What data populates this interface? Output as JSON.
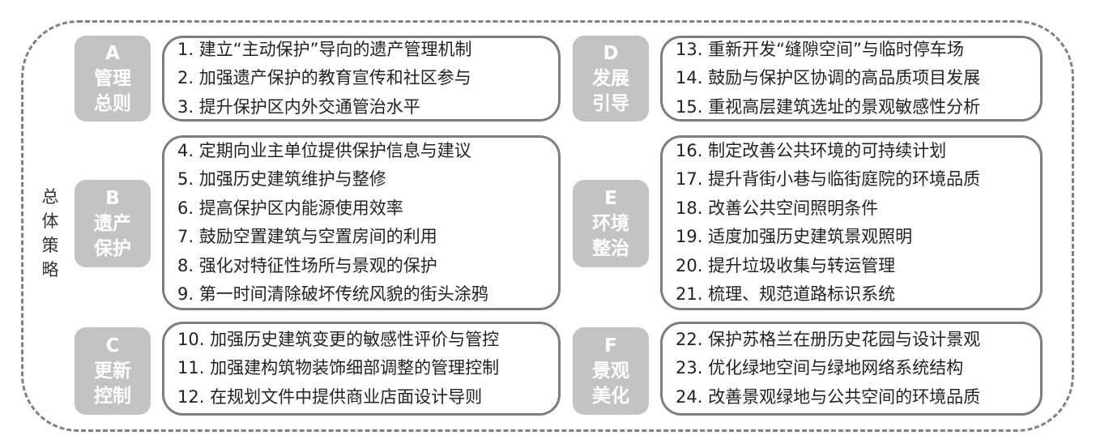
{
  "side_label": "总体策略",
  "groups": [
    {
      "letter": "A",
      "name1": "管理",
      "name2": "总则",
      "items": [
        "1. 建立“主动保护”导向的遗产管理机制",
        "2. 加强遗产保护的教育宣传和社区参与",
        "3. 提升保护区内外交通管治水平"
      ]
    },
    {
      "letter": "B",
      "name1": "遗产",
      "name2": "保护",
      "items": [
        "4. 定期向业主单位提供保护信息与建议",
        "5. 加强历史建筑维护与整修",
        "6. 提高保护区内能源使用效率",
        "7. 鼓励空置建筑与空置房间的利用",
        "8. 强化对特征性场所与景观的保护",
        "9. 第一时间清除破坏传统风貌的街头涂鸦"
      ]
    },
    {
      "letter": "C",
      "name1": "更新",
      "name2": "控制",
      "items": [
        "10. 加强历史建筑变更的敏感性评价与管控",
        "11. 加强建构筑物装饰细部调整的管理控制",
        "12. 在规划文件中提供商业店面设计导则"
      ]
    },
    {
      "letter": "D",
      "name1": "发展",
      "name2": "引导",
      "items": [
        "13. 重新开发“缝隙空间”与临时停车场",
        "14. 鼓励与保护区协调的高品质项目发展",
        "15. 重视高层建筑选址的景观敏感性分析"
      ]
    },
    {
      "letter": "E",
      "name1": "环境",
      "name2": "整治",
      "items": [
        "16. 制定改善公共环境的可持续计划",
        "17. 提升背街小巷与临街庭院的环境品质",
        "18. 改善公共空间照明条件",
        "19. 适度加强历史建筑景观照明",
        "20. 提升垃圾收集与转运管理",
        "21. 梳理、规范道路标识系统"
      ]
    },
    {
      "letter": "F",
      "name1": "景观",
      "name2": "美化",
      "items": [
        "22. 保护苏格兰在册历史花园与设计景观",
        "23. 优化绿地空间与绿地网络系统结构",
        "24. 改善景观绿地与公共空间的环境品质"
      ]
    }
  ]
}
